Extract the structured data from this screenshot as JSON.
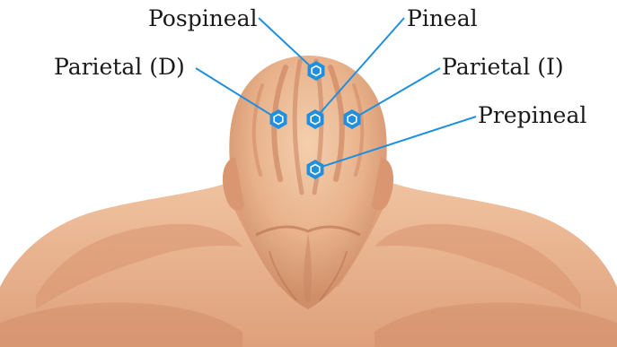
{
  "points": [
    {
      "id": "pospineal",
      "label": "Pospineal"
    },
    {
      "id": "pineal",
      "label": "Pineal"
    },
    {
      "id": "parietal-d",
      "label": "Parietal (D)"
    },
    {
      "id": "parietal-i",
      "label": "Parietal (I)"
    },
    {
      "id": "prepineal",
      "label": "Prepineal"
    }
  ],
  "colors": {
    "line": "#1f8fe0",
    "marker": "#1f8fe0",
    "skin": "#e9b48f",
    "skin_shadow": "#c98662"
  }
}
